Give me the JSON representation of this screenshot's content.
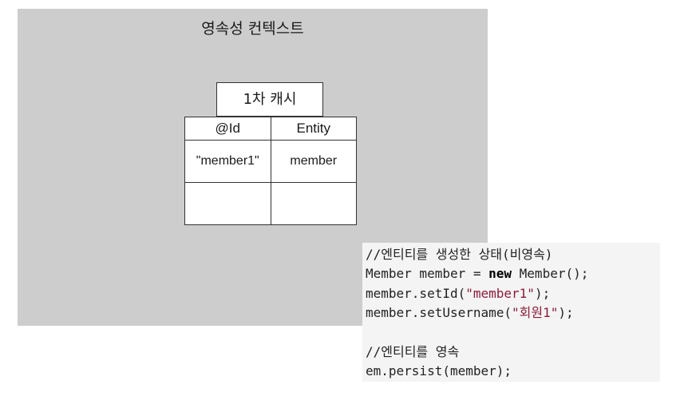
{
  "context": {
    "title": "영속성 컨텍스트",
    "cache_label": "1차 캐시",
    "table": {
      "headers": [
        "@Id",
        "Entity"
      ],
      "rows": [
        [
          "\"member1\"",
          "member"
        ],
        [
          "",
          ""
        ]
      ]
    }
  },
  "code": {
    "comment1": "//엔티티를 생성한 상태(비영속)",
    "line2": {
      "prefix": "Member member = ",
      "keyword": "new",
      "suffix": " Member();"
    },
    "line3": {
      "prefix": "member.setId(",
      "string": "\"member1\"",
      "suffix": ");"
    },
    "line4": {
      "prefix": "member.setUsername(",
      "string": "\"회원1\"",
      "suffix": ");"
    },
    "comment2": "//엔티티를 영속",
    "line6": "em.persist(member);"
  },
  "colors": {
    "context_background": "#cdcdcd",
    "code_background": "#f4f4f4",
    "string_literal": "#8b1c3a"
  }
}
